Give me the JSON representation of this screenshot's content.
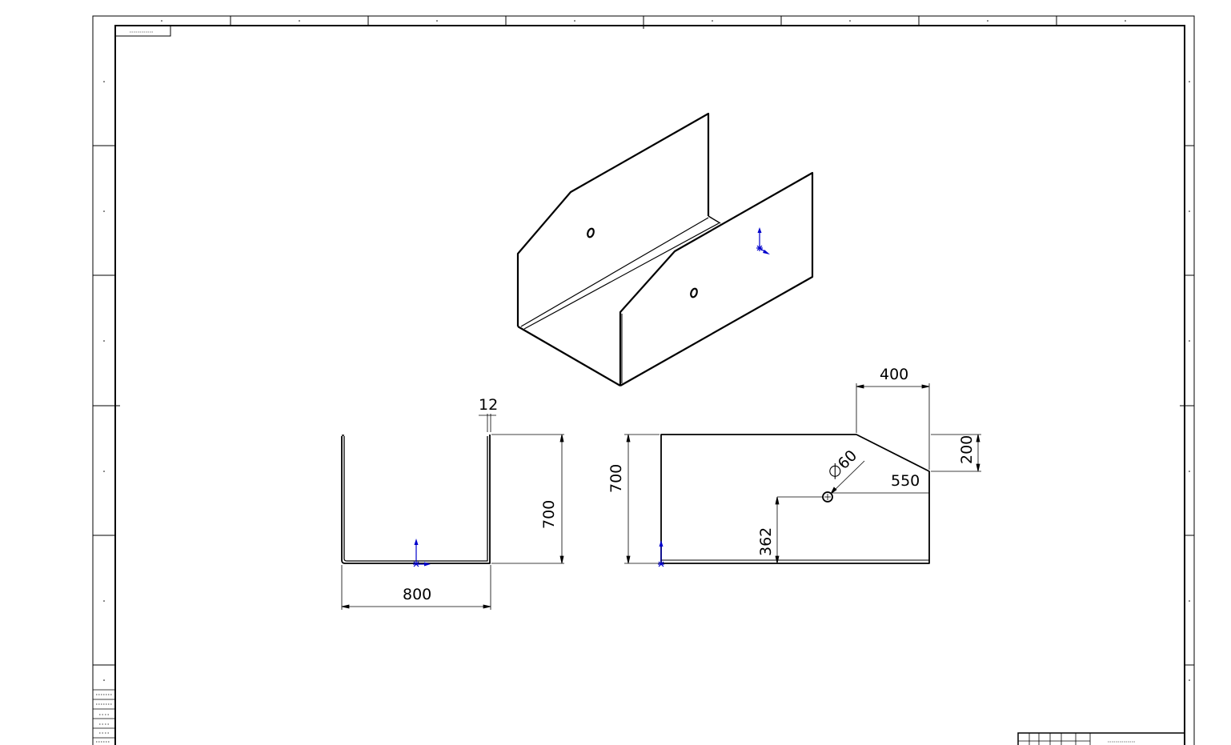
{
  "sheet": {
    "format_label": "",
    "title_block_text": ""
  },
  "dimensions": {
    "thickness": "12",
    "width": "800",
    "height_front": "700",
    "height_side": "700",
    "chamfer_length": "400",
    "chamfer_height": "200",
    "hole_diameter": "60",
    "hole_x": "550",
    "hole_y": "362"
  },
  "colors": {
    "line": "#000000",
    "axis_triad": "#0000cc",
    "background": "#ffffff"
  }
}
